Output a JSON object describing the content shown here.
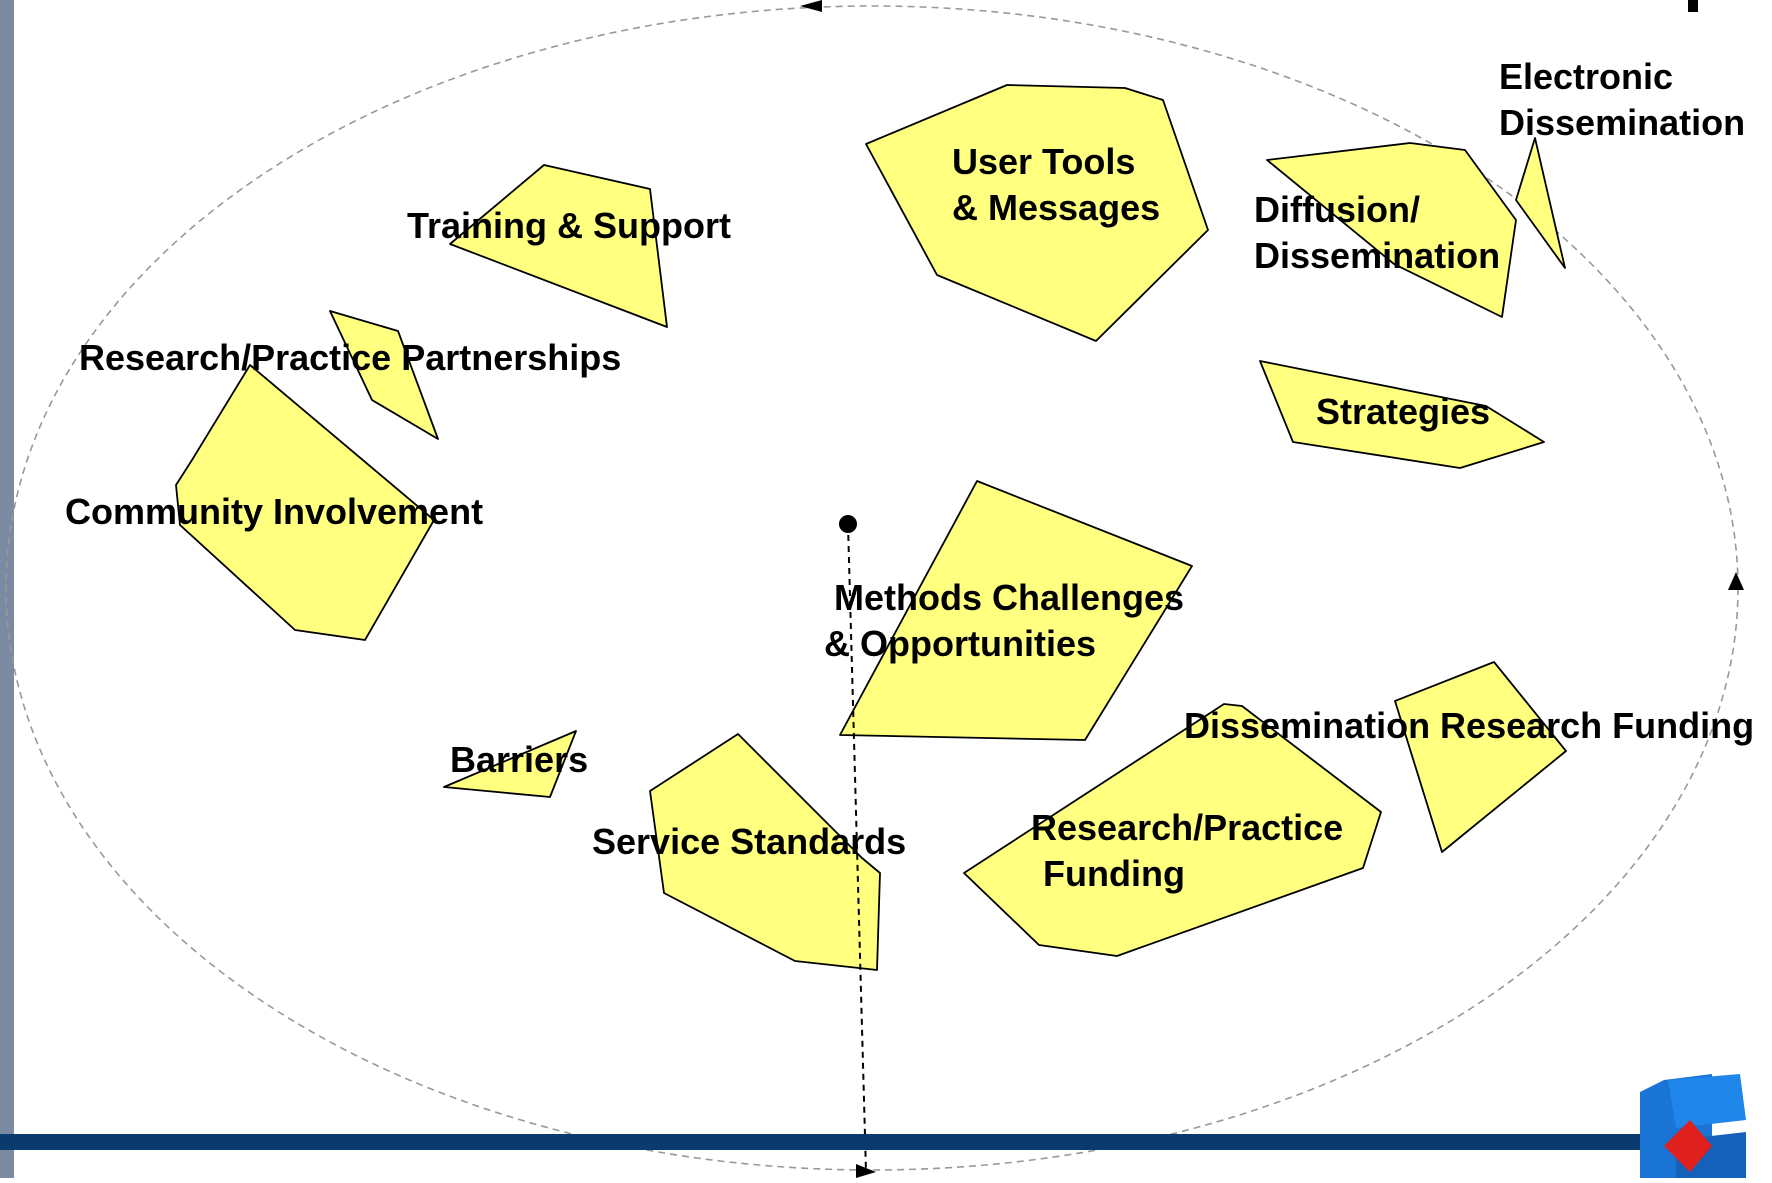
{
  "colors": {
    "cluster_fill": "#ffff80",
    "cluster_stroke": "#000000",
    "ellipse_stroke": "#999999",
    "footer_bar": "#0b3a6e",
    "logo_blue": "#1a74d6",
    "logo_red": "#e0201c",
    "photo_strip": "#7a8aa0"
  },
  "clusters": [
    {
      "key": "training",
      "lines": [
        "Training & Support"
      ]
    },
    {
      "key": "partnerships",
      "lines": [
        "Research/Practice Partnerships"
      ]
    },
    {
      "key": "community",
      "lines": [
        "Community Involvement"
      ]
    },
    {
      "key": "user_tools",
      "lines": [
        "User Tools",
        "& Messages"
      ]
    },
    {
      "key": "diffusion",
      "lines": [
        "Diffusion/",
        "Dissemination"
      ]
    },
    {
      "key": "electronic",
      "lines": [
        "Electronic",
        "Dissemination"
      ]
    },
    {
      "key": "strategies",
      "lines": [
        "Strategies"
      ]
    },
    {
      "key": "methods",
      "lines": [
        "Methods Challenges",
        "& Opportunities"
      ]
    },
    {
      "key": "barriers",
      "lines": [
        "Barriers"
      ]
    },
    {
      "key": "service",
      "lines": [
        "Service Standards"
      ]
    },
    {
      "key": "rp_funding",
      "lines": [
        "Research/Practice",
        "Funding"
      ]
    },
    {
      "key": "dr_funding",
      "lines": [
        "Dissemination Research Funding"
      ]
    }
  ]
}
